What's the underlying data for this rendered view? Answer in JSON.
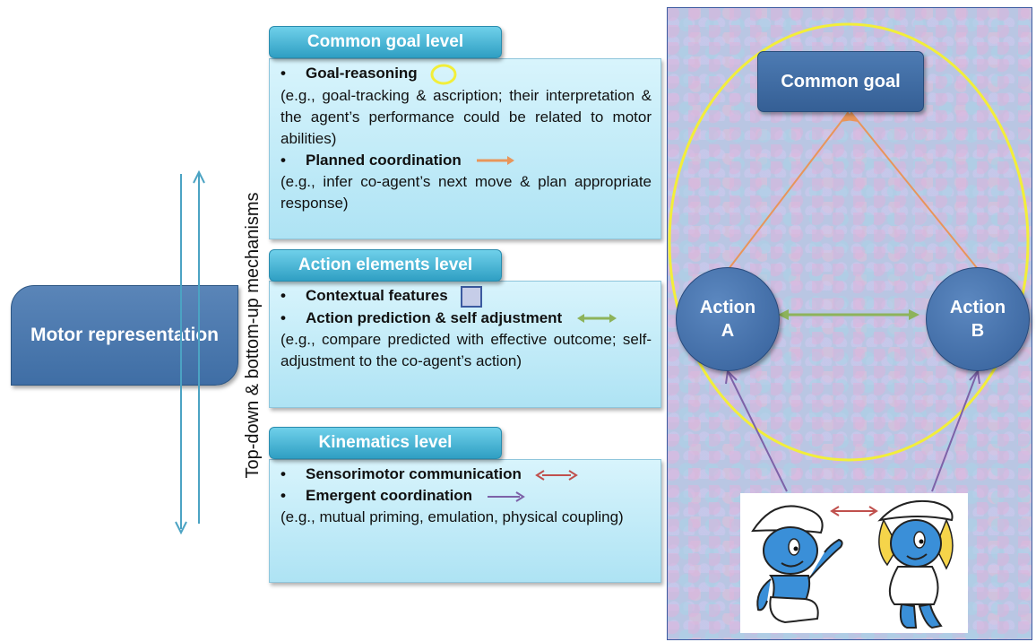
{
  "motor_label": "Motor representation",
  "vertical_label": "Top-down & bottom-up mechanisms",
  "levels": {
    "goal": {
      "header": "Common goal level",
      "bullets": [
        {
          "title": "Goal-reasoning",
          "marker": "yellow-ring"
        },
        {
          "title": "Planned coordination",
          "marker": "orange-arrow"
        }
      ],
      "desc1": "(e.g., goal-tracking & ascription; their interpretation & the agent’s performance could be related to motor abilities)",
      "desc2": "(e.g., infer co-agent’s next move & plan appropriate response)"
    },
    "action": {
      "header": "Action elements level",
      "bullets": [
        {
          "title": "Contextual features",
          "marker": "textured-square"
        },
        {
          "title": "Action prediction & self adjustment",
          "marker": "green-double-arrow"
        }
      ],
      "desc": "(e.g., compare predicted with effective outcome; self-adjustment to the co-agent’s action)"
    },
    "kinematics": {
      "header": "Kinematics level",
      "bullets": [
        {
          "title": "Sensorimotor communication",
          "marker": "red-double-arrow"
        },
        {
          "title": "Emergent coordination",
          "marker": "purple-arrow"
        }
      ],
      "desc": "(e.g., mutual priming, emulation, physical coupling)"
    }
  },
  "diagram": {
    "common_goal": "Common goal",
    "action_a": [
      "Action",
      "A"
    ],
    "action_b": [
      "Action",
      "B"
    ]
  },
  "colors": {
    "yellow": "#f2ee3a",
    "orange": "#e8955a",
    "green": "#8db35a",
    "red": "#c0504d",
    "purple": "#7d62a8",
    "teal_arrow": "#4ba3c3"
  }
}
